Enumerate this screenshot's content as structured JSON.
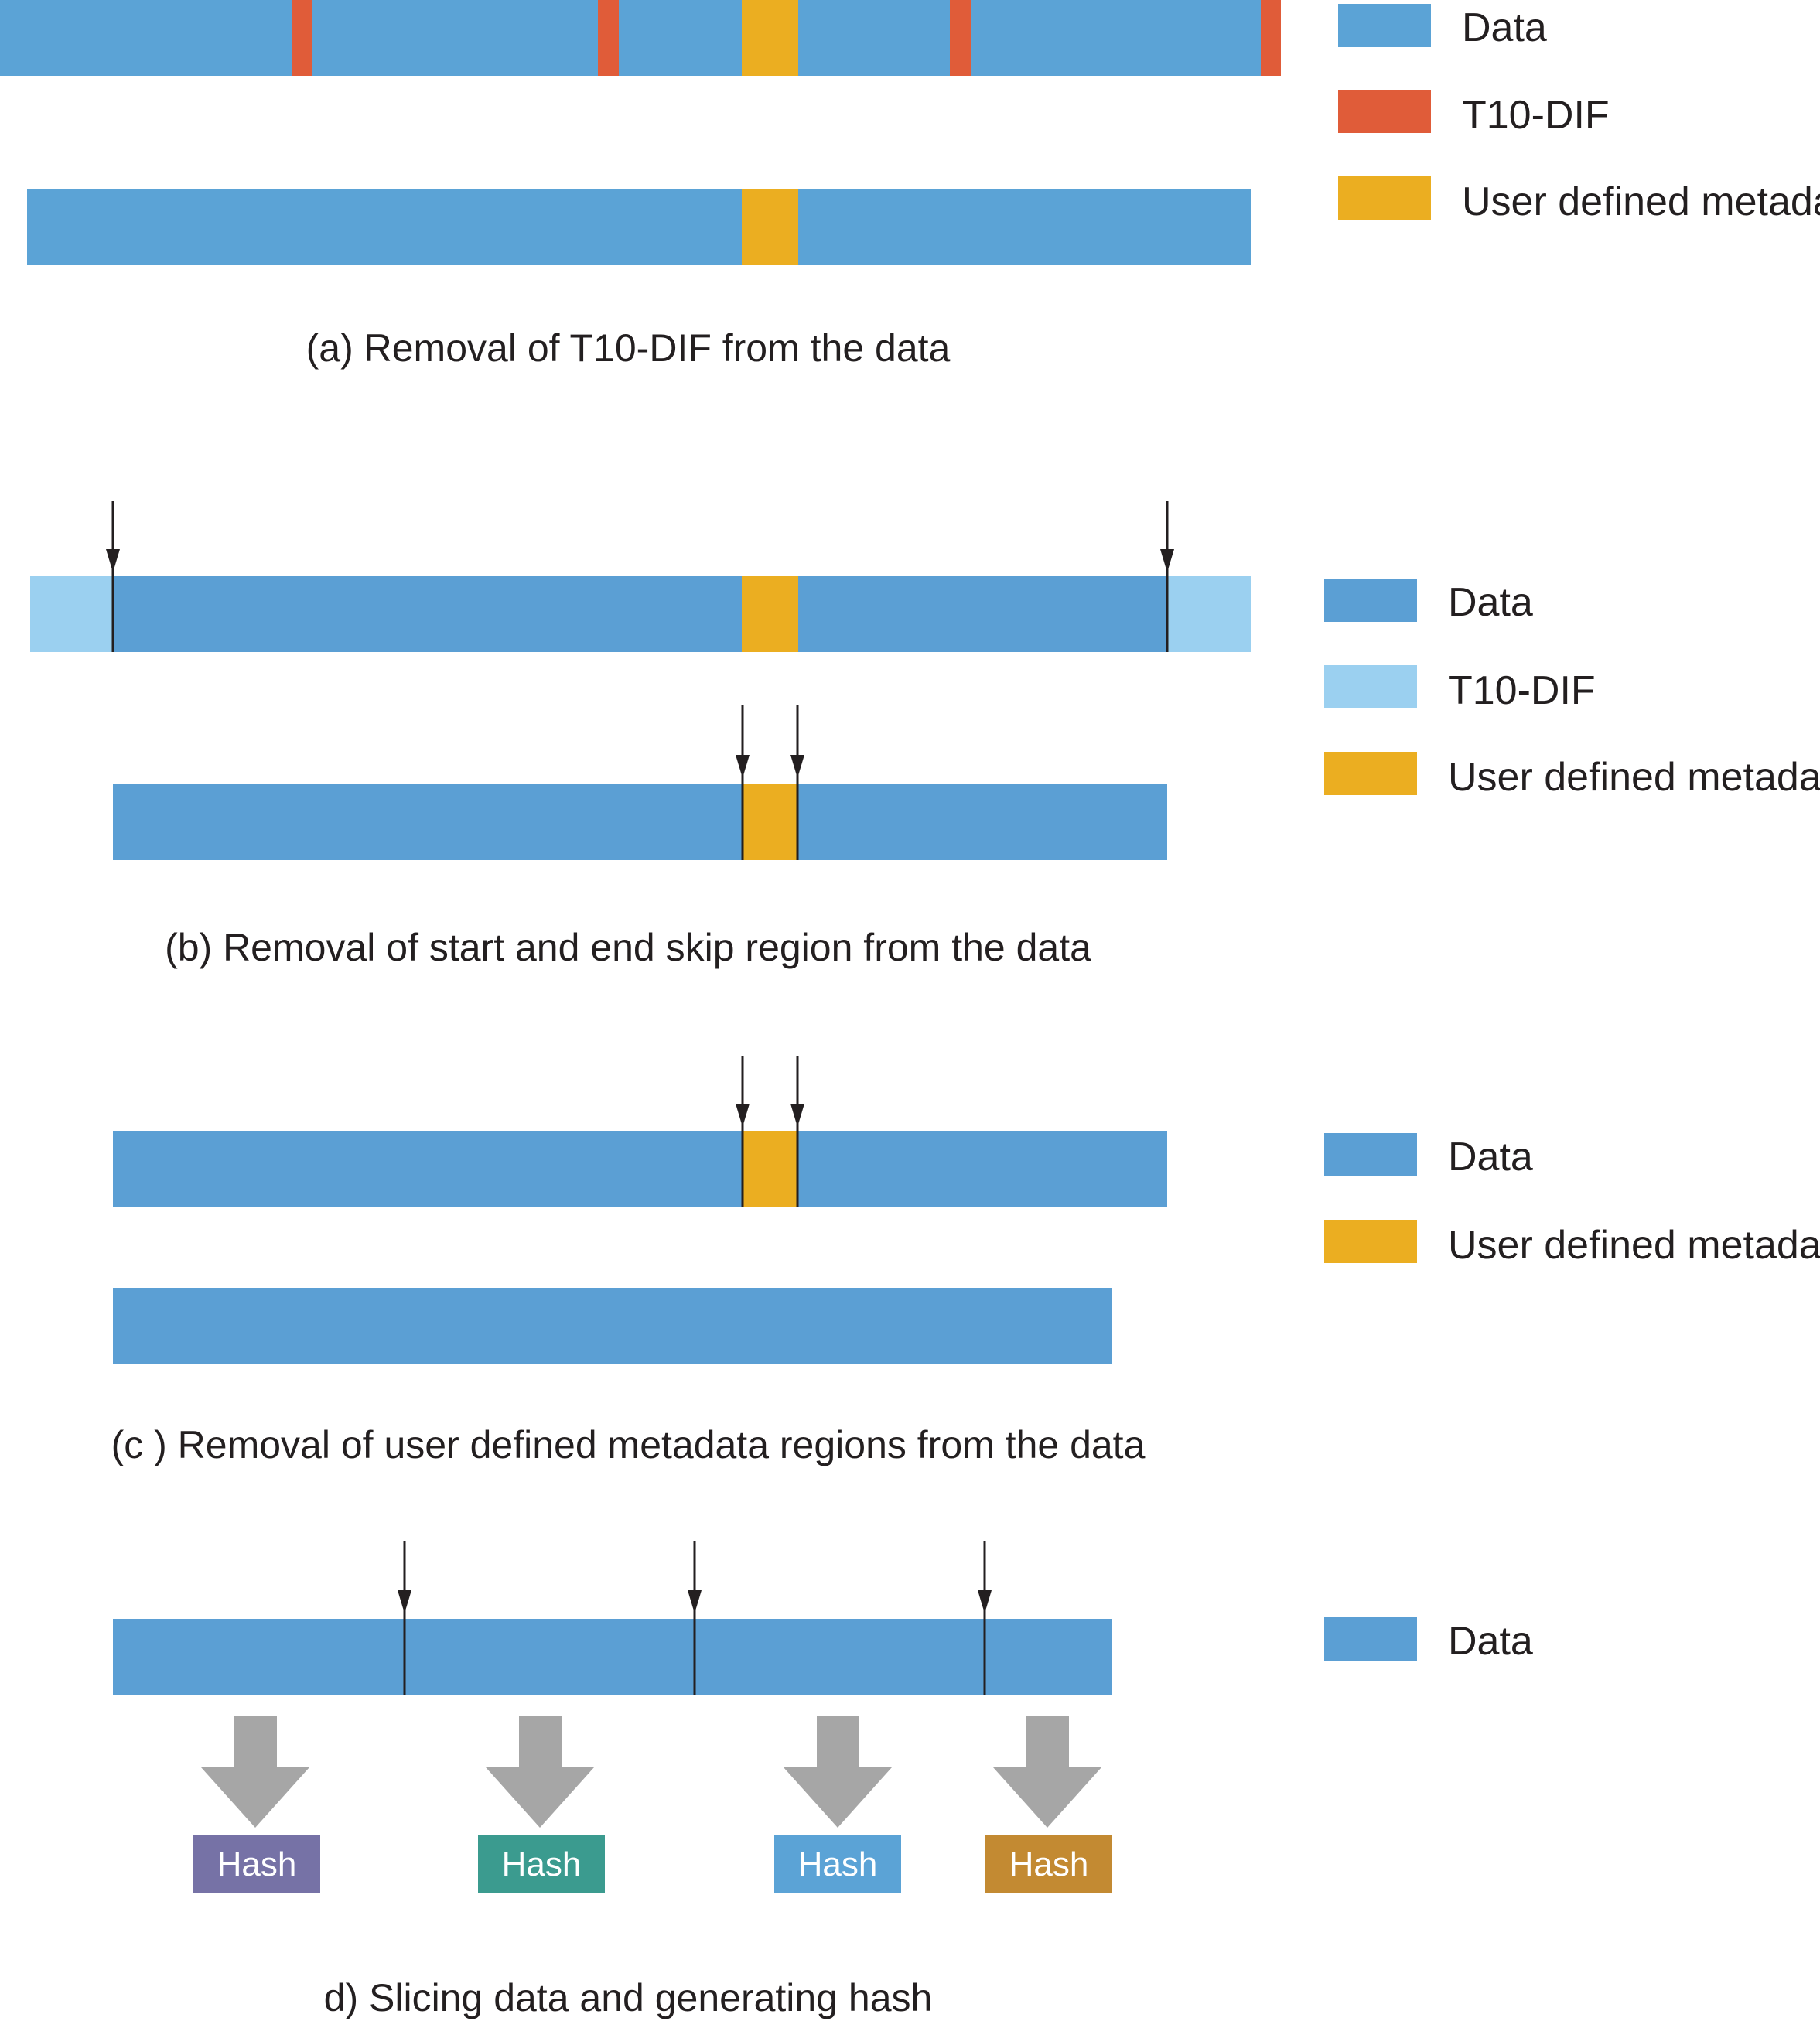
{
  "colors": {
    "data": "#5ba3d6",
    "data_b": "#5b9fd4",
    "t10dif_red": "#e05c39",
    "t10dif_light": "#9bd0f0",
    "user_metadata": "#ebae21",
    "arrow_line": "#231f20",
    "big_arrow": "#a6a6a6",
    "hash_purple": "#7672a6",
    "hash_teal": "#3b9b8f",
    "hash_blue": "#5ba3d6",
    "hash_ochre": "#c38a32"
  },
  "panels": [
    {
      "caption": "(a) Removal of T10-DIF from the data",
      "legend": [
        {
          "label": "Data",
          "color": "data"
        },
        {
          "label": "T10-DIF",
          "color": "t10dif_red"
        },
        {
          "label": "User defined metadata",
          "color": "user_metadata"
        }
      ]
    },
    {
      "caption": "(b) Removal of start and end skip region from the data",
      "legend": [
        {
          "label": "Data",
          "color": "data"
        },
        {
          "label": "T10-DIF",
          "color": "t10dif_light"
        },
        {
          "label": "User defined metadata",
          "color": "user_metadata"
        }
      ]
    },
    {
      "caption": "(c ) Removal of user defined metadata regions from the data",
      "legend": [
        {
          "label": "Data",
          "color": "data"
        },
        {
          "label": "User defined metadata",
          "color": "user_metadata"
        }
      ]
    },
    {
      "caption": "d) Slicing data and generating hash",
      "legend": [
        {
          "label": "Data",
          "color": "data"
        }
      ],
      "hashes": [
        {
          "label": "Hash",
          "color": "hash_purple"
        },
        {
          "label": "Hash",
          "color": "hash_teal"
        },
        {
          "label": "Hash",
          "color": "hash_blue"
        },
        {
          "label": "Hash",
          "color": "hash_ochre"
        }
      ]
    }
  ]
}
